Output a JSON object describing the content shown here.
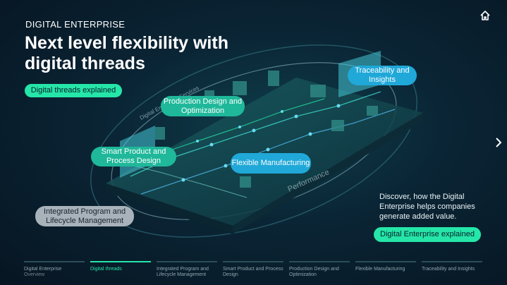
{
  "header": {
    "eyebrow": "DIGITAL ENTERPRISE",
    "title": "Next level flexibility with digital threads",
    "explain_button": "Digital threads explained"
  },
  "hotspots": {
    "traceability": "Traceability and Insights",
    "production_design": "Production Design and Optimization",
    "smart_product": "Smart Product and Process Design",
    "flexible_manufacturing": "Flexible Manufacturing",
    "integrated_program": "Integrated Program and Lifecycle Management"
  },
  "diagram_labels": {
    "digital_services": "Digital Enterprise Services",
    "performance": "Performance"
  },
  "cta": {
    "text": "Discover, how the Digital Enterprise helps companies generate added value.",
    "button": "Digital Enterprise explained"
  },
  "icons": {
    "home": "home-icon",
    "next": "chevron-right-icon"
  },
  "colors": {
    "accent": "#25e6a8",
    "teal": "#1fb89a",
    "blue": "#20a8d8",
    "grey_pill": "#a8b2ba"
  },
  "nav": {
    "items": [
      {
        "label": "Digital Enterprise",
        "sub": "Overview"
      },
      {
        "label": "Digital threads",
        "sub": ""
      },
      {
        "label": "Integrated Program and Lifecycle Management",
        "sub": ""
      },
      {
        "label": "Smart Product and Process Design",
        "sub": ""
      },
      {
        "label": "Production Design and Optimization",
        "sub": ""
      },
      {
        "label": "Flexible Manufacturing",
        "sub": ""
      },
      {
        "label": "Traceability and Insights",
        "sub": ""
      }
    ],
    "active_index": 1
  }
}
